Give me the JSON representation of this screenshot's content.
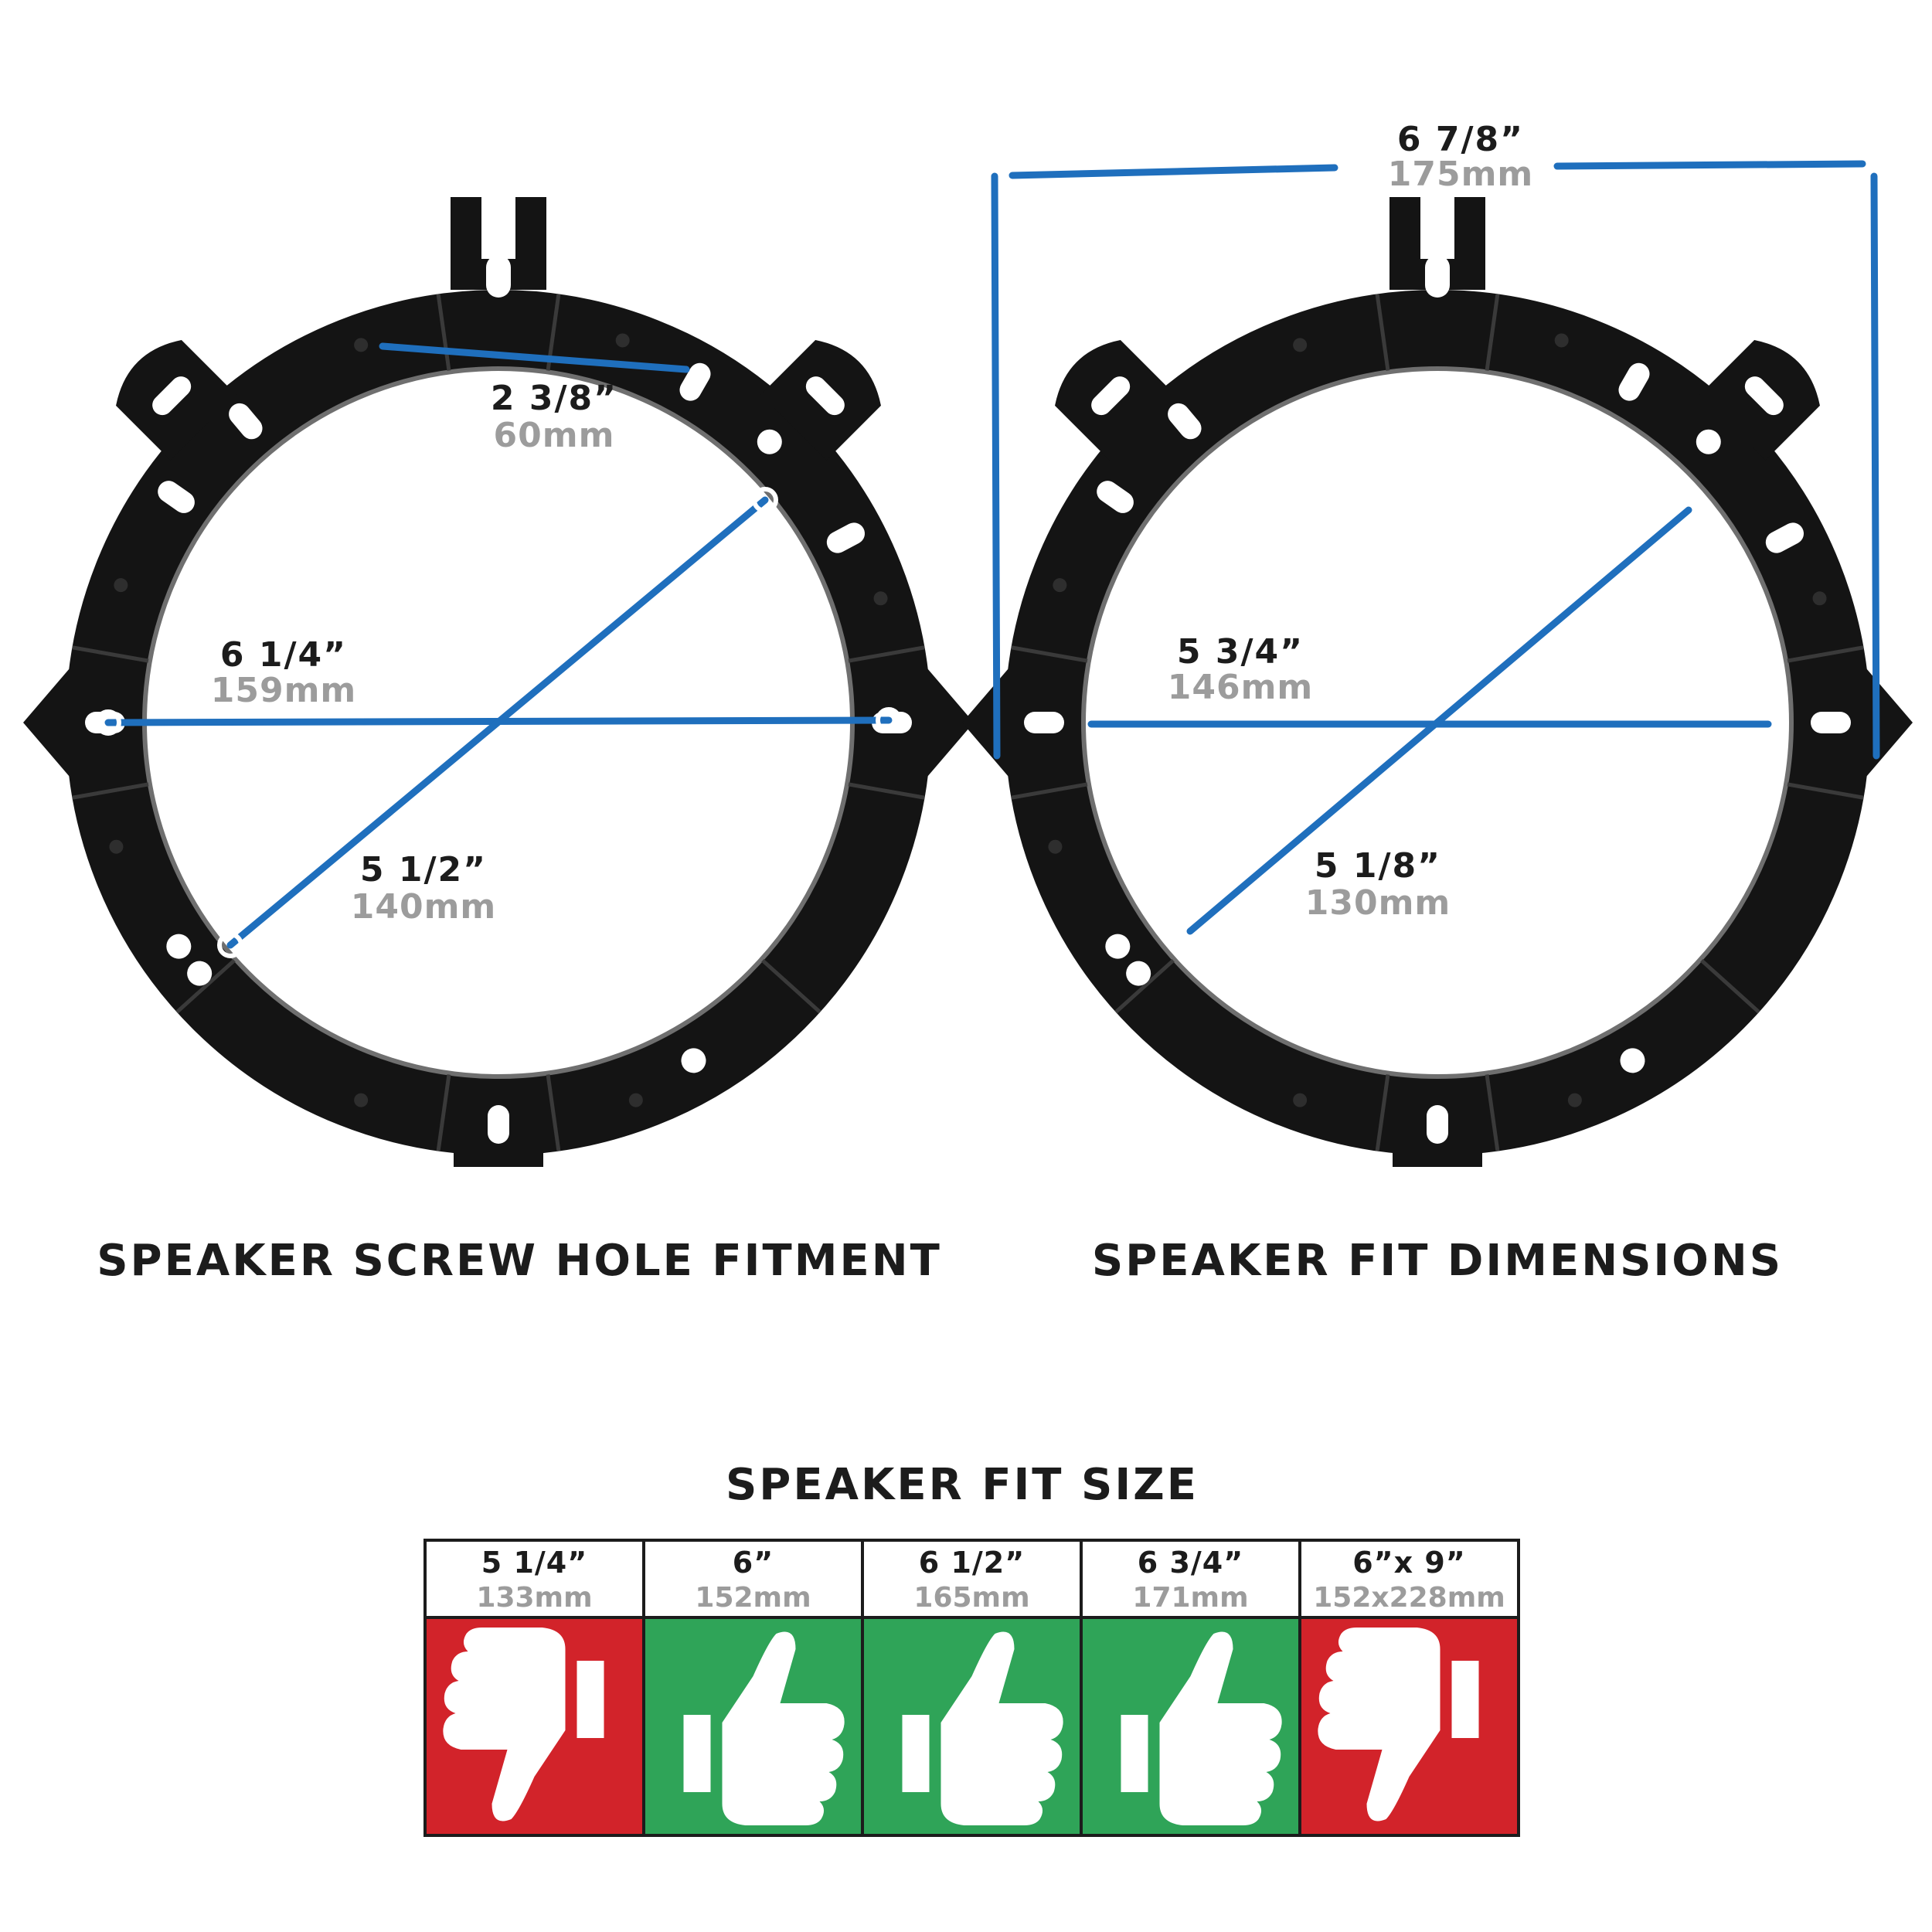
{
  "left_diagram": {
    "caption": "SPEAKER SCREW HOLE FITMENT",
    "dims": [
      {
        "imperial": "2 3/8”",
        "metric": "60mm"
      },
      {
        "imperial": "6 1/4”",
        "metric": "159mm"
      },
      {
        "imperial": "5 1/2”",
        "metric": "140mm"
      }
    ]
  },
  "right_diagram": {
    "caption": "SPEAKER FIT DIMENSIONS",
    "dims": [
      {
        "imperial": "6 7/8”",
        "metric": "175mm"
      },
      {
        "imperial": "5 3/4”",
        "metric": "146mm"
      },
      {
        "imperial": "5 1/8”",
        "metric": "130mm"
      }
    ]
  },
  "fit_table": {
    "title": "SPEAKER FIT SIZE",
    "columns": [
      {
        "imperial": "5 1/4”",
        "metric": "133mm",
        "fit": false,
        "icon": "thumbs-down-icon"
      },
      {
        "imperial": "6”",
        "metric": "152mm",
        "fit": true,
        "icon": "thumbs-up-icon"
      },
      {
        "imperial": "6 1/2”",
        "metric": "165mm",
        "fit": true,
        "icon": "thumbs-up-icon"
      },
      {
        "imperial": "6 3/4”",
        "metric": "171mm",
        "fit": true,
        "icon": "thumbs-up-icon"
      },
      {
        "imperial": "6”x 9”",
        "metric": "152x228mm",
        "fit": false,
        "icon": "thumbs-down-icon"
      }
    ]
  },
  "colors": {
    "measure_line": "#1f6fbd",
    "bracket": "#141414",
    "fit_yes": "#2fa458",
    "fit_no": "#d2232a",
    "metric_text": "#9c9c9c"
  }
}
